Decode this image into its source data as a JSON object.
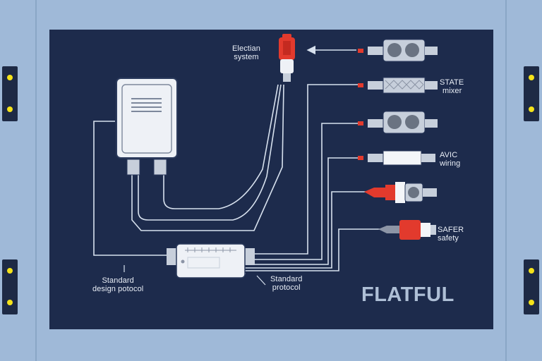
{
  "labels": {
    "election_system": [
      "Electian",
      "system"
    ],
    "state_mixer": [
      "STATE",
      "mixer"
    ],
    "avic_wiring": [
      "AVIC",
      "wiring"
    ],
    "safer_safety": [
      "SAFER",
      "safety"
    ],
    "standard_design_protocol": [
      "Standard",
      "design potocol"
    ],
    "standard_protocol": [
      "Standard",
      "protocol"
    ]
  },
  "brand": "FLATFUL",
  "colors": {
    "background": "#9fb9d8",
    "board": "#1d2b4c",
    "wire": "#d7e1ee",
    "connector_red": "#e23a2d",
    "bracket_dot": "#f4e21a"
  },
  "icons": [
    "plug-connector-icon",
    "arrow-left-icon",
    "junction-box-icon",
    "terminal-block-icon"
  ]
}
